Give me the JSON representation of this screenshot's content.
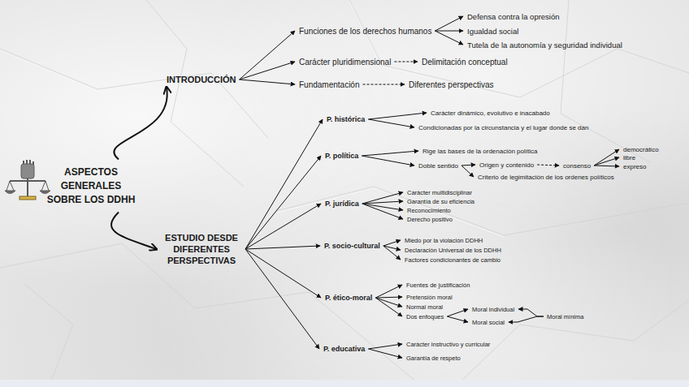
{
  "diagram": {
    "nodes": [
      {
        "text": [
          "ASPECTOS GENERALES SOBRE LOS DDHH"
        ]
      },
      {
        "text": [
          "INTRODUCCIÓN"
        ]
      },
      {
        "text": [
          "Funciones de los derechos humanos"
        ]
      },
      {
        "text": [
          "Defensa contra la opresión"
        ]
      },
      {
        "text": [
          "Igualdad social"
        ]
      },
      {
        "text": [
          "Tutela de la autonomía y seguridad individual"
        ]
      },
      {
        "text": [
          "Carácter pluridimensional"
        ]
      },
      {
        "text": [
          "Delimitación conceptual"
        ]
      },
      {
        "text": [
          "Fundamentación"
        ]
      },
      {
        "text": [
          "Diferentes perspectivas"
        ]
      },
      {
        "text": [
          "ESTUDIO DESDE DIFERENTES PERSPECTIVAS"
        ]
      },
      {
        "text": [
          "P. histórica"
        ]
      },
      {
        "text": [
          "Carácter dinámico, evolutivo e inacabado"
        ]
      },
      {
        "text": [
          "Condicionadas por la circunstancia y el lugar donde se dan"
        ]
      },
      {
        "text": [
          "P. política"
        ]
      },
      {
        "text": [
          "Rige las bases de la ordenación política"
        ]
      },
      {
        "text": [
          "Doble sentido"
        ]
      },
      {
        "text": [
          "Origen y contenido"
        ]
      },
      {
        "text": [
          "consenso"
        ]
      },
      {
        "text": [
          "democrático"
        ]
      },
      {
        "text": [
          "libre"
        ]
      },
      {
        "text": [
          "expreso"
        ]
      },
      {
        "text": [
          "Criterio de legimitación de los ordenes políticos"
        ]
      },
      {
        "text": [
          "P. jurídica"
        ]
      },
      {
        "text": [
          "Carácter multidisciplinar"
        ]
      },
      {
        "text": [
          "Garantía de su eficiencia"
        ]
      },
      {
        "text": [
          "Reconocimiento"
        ]
      },
      {
        "text": [
          "Derecho positivo"
        ]
      },
      {
        "text": [
          "P. socio-cultural"
        ]
      },
      {
        "text": [
          "Miedo por la violación DDHH"
        ]
      },
      {
        "text": [
          "Declaración Universal de los DDHH"
        ]
      },
      {
        "text": [
          "Factores condicionantes de cambio"
        ]
      },
      {
        "text": [
          "P. ético-moral"
        ]
      },
      {
        "text": [
          "Fuentes de justificación"
        ]
      },
      {
        "text": [
          "Pretensión moral"
        ]
      },
      {
        "text": [
          "Normal moral"
        ]
      },
      {
        "text": [
          "Dos enfoques"
        ]
      },
      {
        "text": [
          "Moral individual"
        ]
      },
      {
        "text": [
          "Moral social"
        ]
      },
      {
        "text": [
          "Moral mínima"
        ]
      },
      {
        "text": [
          "P. educativa"
        ]
      },
      {
        "text": [
          "Carácter instructivo y curricular"
        ]
      },
      {
        "text": [
          "Garantía de respeto"
        ]
      }
    ],
    "edges": [
      {
        "from": 0,
        "to": 1,
        "arrow": "to"
      },
      {
        "from": 0,
        "to": 10,
        "arrow": "to"
      },
      {
        "from": 1,
        "to": 2,
        "arrow": "to"
      },
      {
        "from": 1,
        "to": 6,
        "arrow": "to"
      },
      {
        "from": 1,
        "to": 8,
        "arrow": "to"
      },
      {
        "from": 2,
        "to": 3,
        "arrow": "to"
      },
      {
        "from": 2,
        "to": 4,
        "arrow": "to"
      },
      {
        "from": 2,
        "to": 5,
        "arrow": "to"
      },
      {
        "from": 6,
        "to": 7,
        "arrow": "to"
      },
      {
        "from": 8,
        "to": 9,
        "arrow": "to"
      },
      {
        "from": 10,
        "to": 11,
        "arrow": "to"
      },
      {
        "from": 10,
        "to": 14,
        "arrow": "to"
      },
      {
        "from": 10,
        "to": 23,
        "arrow": "to"
      },
      {
        "from": 10,
        "to": 28,
        "arrow": "to"
      },
      {
        "from": 10,
        "to": 32,
        "arrow": "to"
      },
      {
        "from": 10,
        "to": 40,
        "arrow": "to"
      },
      {
        "from": 11,
        "to": 12,
        "arrow": "to"
      },
      {
        "from": 11,
        "to": 13,
        "arrow": "to"
      },
      {
        "from": 14,
        "to": 15,
        "arrow": "to"
      },
      {
        "from": 14,
        "to": 16,
        "arrow": "to"
      },
      {
        "from": 16,
        "to": 17,
        "arrow": "to"
      },
      {
        "from": 16,
        "to": 22,
        "arrow": "to"
      },
      {
        "from": 17,
        "to": 18,
        "arrow": "to"
      },
      {
        "from": 18,
        "to": 19,
        "arrow": "to"
      },
      {
        "from": 18,
        "to": 20,
        "arrow": "to"
      },
      {
        "from": 18,
        "to": 21,
        "arrow": "to"
      },
      {
        "from": 23,
        "to": 24,
        "arrow": "to"
      },
      {
        "from": 23,
        "to": 25,
        "arrow": "to"
      },
      {
        "from": 23,
        "to": 26,
        "arrow": "to"
      },
      {
        "from": 23,
        "to": 27,
        "arrow": "to"
      },
      {
        "from": 28,
        "to": 29,
        "arrow": "to"
      },
      {
        "from": 28,
        "to": 30,
        "arrow": "to"
      },
      {
        "from": 28,
        "to": 31,
        "arrow": "to"
      },
      {
        "from": 32,
        "to": 33,
        "arrow": "to"
      },
      {
        "from": 32,
        "to": 34,
        "arrow": "to"
      },
      {
        "from": 32,
        "to": 35,
        "arrow": "to"
      },
      {
        "from": 32,
        "to": 36,
        "arrow": "to"
      },
      {
        "from": 36,
        "to": 37,
        "arrow": "to"
      },
      {
        "from": 36,
        "to": 38,
        "arrow": "to"
      },
      {
        "from": 39,
        "to": 37,
        "arrow": "to"
      },
      {
        "from": 39,
        "to": 38,
        "arrow": "to"
      },
      {
        "from": 40,
        "to": 41,
        "arrow": "to"
      },
      {
        "from": 40,
        "to": 42,
        "arrow": "to"
      }
    ]
  }
}
